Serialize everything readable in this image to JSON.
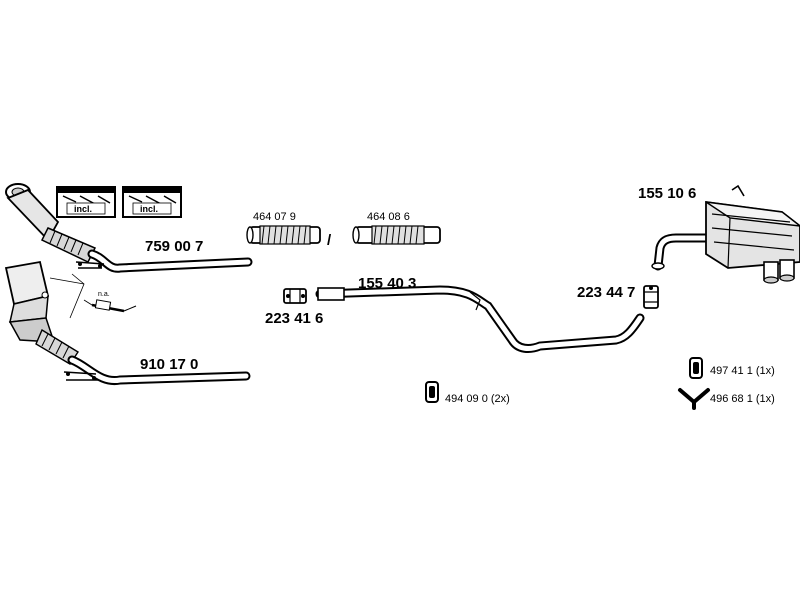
{
  "parts": {
    "front_pipe_upper": "759 00 7",
    "front_pipe_lower": "910 17 0",
    "na_note": "n.a.",
    "incl_label_1": "incl.",
    "incl_label_2": "incl.",
    "flex_pipe_a": "464 07 9",
    "separator": "/",
    "flex_pipe_b": "464 08 6",
    "clamp_left": "223 41 6",
    "middle_pipe": "155 40 3",
    "clamp_right": "223 44 7",
    "rear_silencer": "155 10 6"
  },
  "accessories": [
    {
      "icon": "rubber-mount-icon",
      "label": "494 09 0 (2x)"
    },
    {
      "icon": "rubber-mount-icon",
      "label": "497 41 1 (1x)"
    },
    {
      "icon": "y-hanger-icon",
      "label": "496 68 1 (1x)"
    }
  ]
}
